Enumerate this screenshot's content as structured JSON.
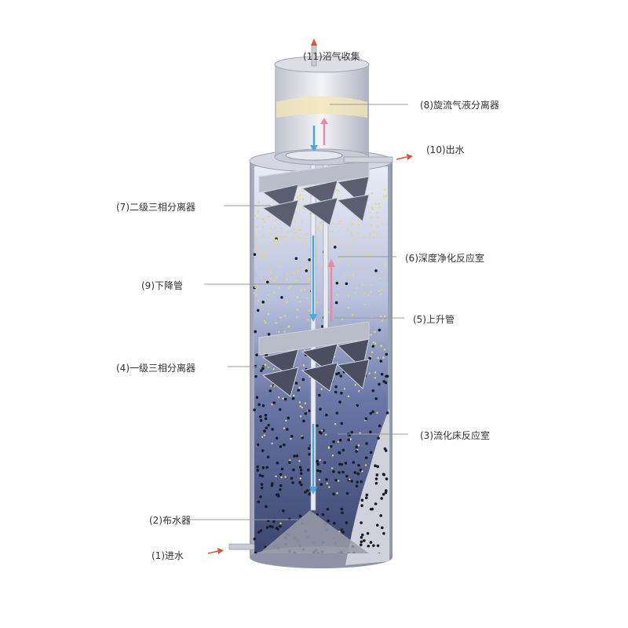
{
  "labels": {
    "l11": "(11)沼气收集",
    "l8": "(8)旋流气液分离器",
    "l10": "(10)出水",
    "l7": "(7)二级三相分离器",
    "l6": "(6)深度净化反应室",
    "l9": "(9)下降管",
    "l5": "(5)上升管",
    "l4": "(4)一级三相分离器",
    "l3": "(3)流化床反应室",
    "l2": "(2)布水器",
    "l1": "(1)进水"
  },
  "colors": {
    "arrow": "#e0523a",
    "down_flow": "#4aa8dc",
    "up_flow": "#e58aa8",
    "shell": "#c9cbd6",
    "liquid": "#5a6a9a"
  }
}
